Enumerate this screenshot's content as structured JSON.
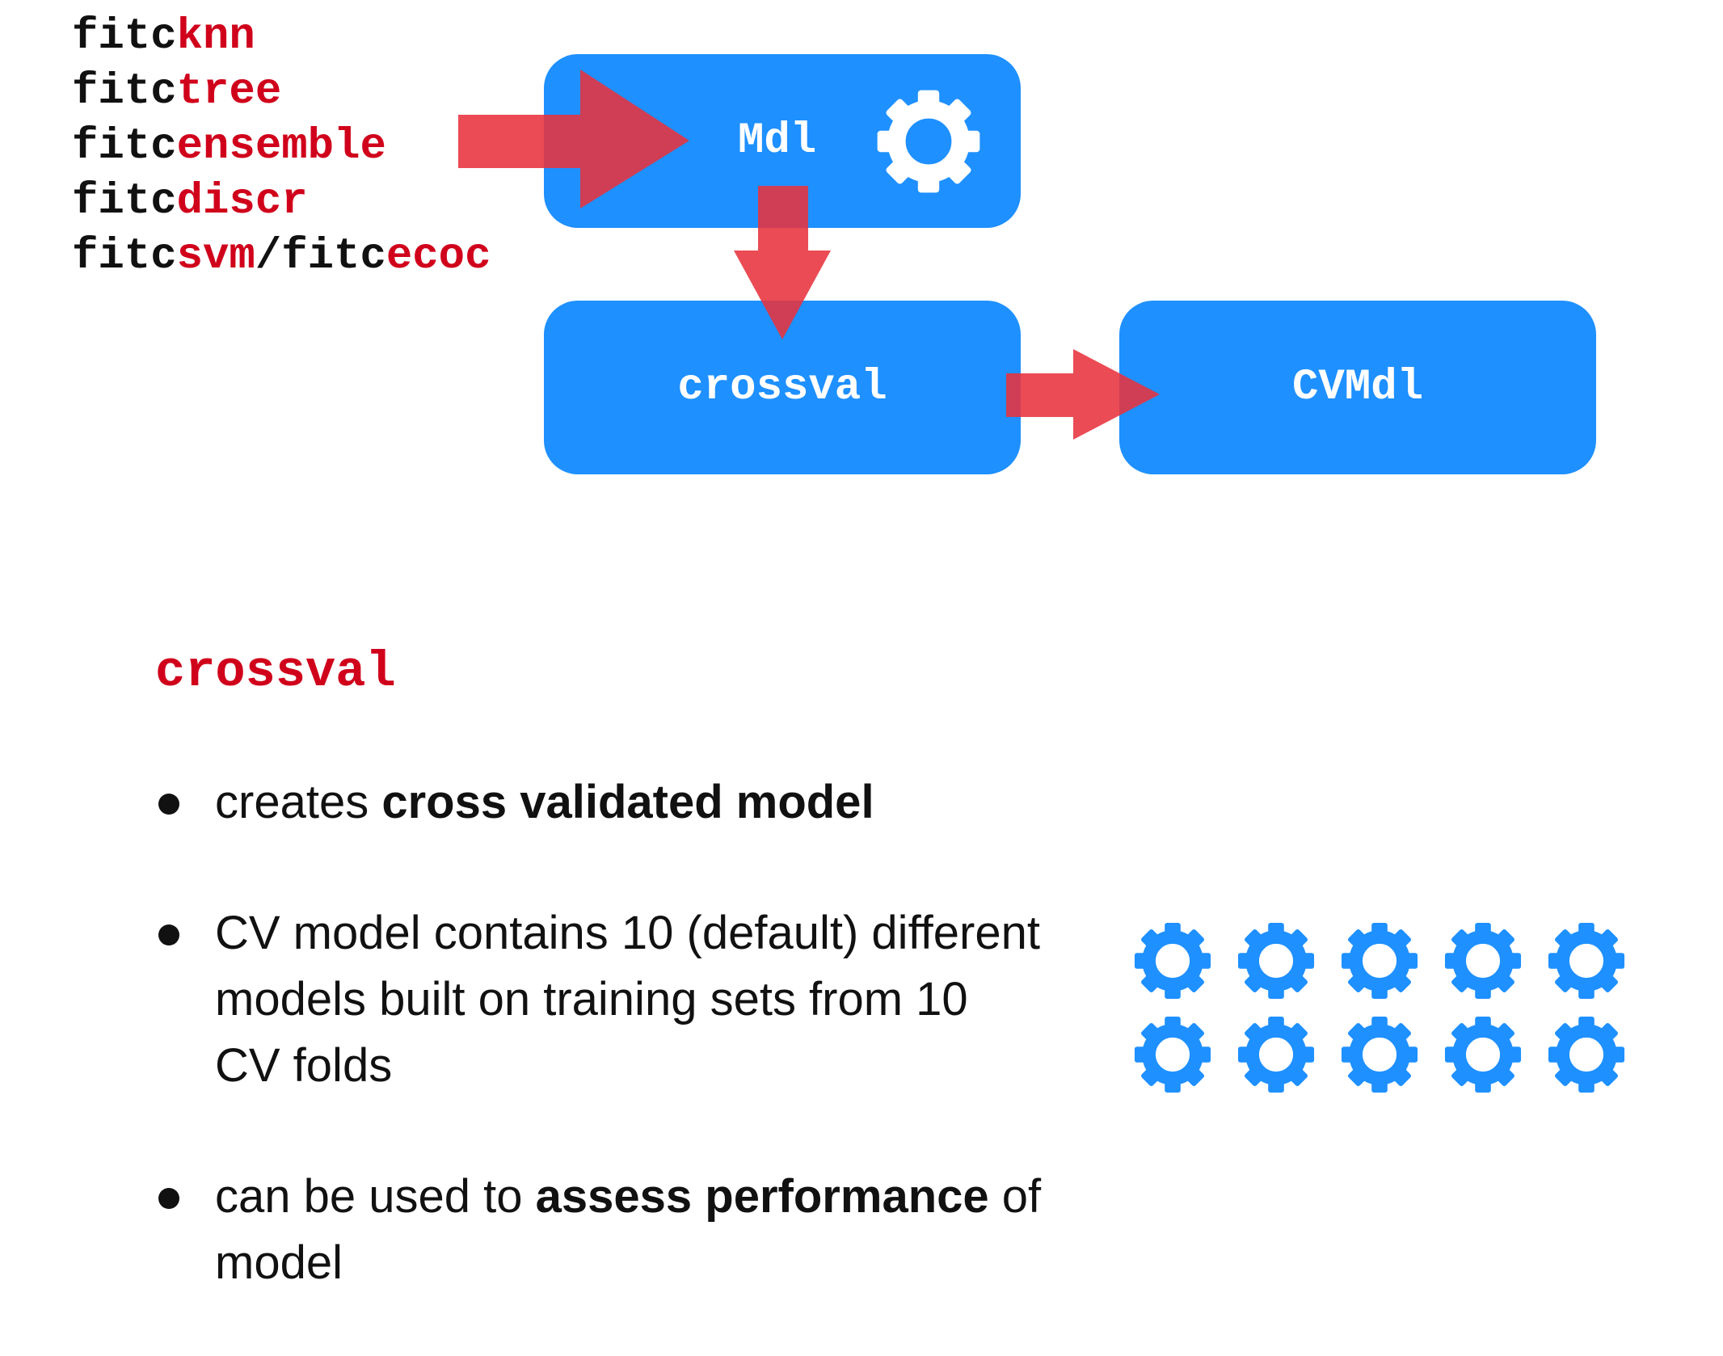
{
  "functions": [
    {
      "prefix": "fitc",
      "suffix": "knn"
    },
    {
      "prefix": "fitc",
      "suffix": "tree"
    },
    {
      "prefix": "fitc",
      "suffix": "ensemble"
    },
    {
      "prefix": "fitc",
      "suffix": "discr"
    },
    {
      "prefix": "fitc",
      "suffix": "svm",
      "sep": "/",
      "prefix2": "fitc",
      "suffix2": "ecoc"
    }
  ],
  "boxes": {
    "mdl": "Mdl",
    "crossval": "crossval",
    "cvmdl": "CVMdl"
  },
  "section_title": "crossval",
  "bullets": [
    {
      "parts": [
        {
          "text": "creates ",
          "bold": false
        },
        {
          "text": "cross validated model",
          "bold": true
        }
      ]
    },
    {
      "parts": [
        {
          "text": "CV model contains 10 (default) different models built on training sets from 10 CV folds",
          "bold": false
        }
      ]
    },
    {
      "parts": [
        {
          "text": "can be used to ",
          "bold": false
        },
        {
          "text": "assess performance",
          "bold": true
        },
        {
          "text": " of model",
          "bold": false
        }
      ]
    }
  ],
  "gear_icon_count": 10,
  "colors": {
    "box_blue": "#1e90ff",
    "arrow_red": "#e8323c",
    "highlight_red": "#d0021b",
    "gear_blue": "#1e90ff"
  },
  "icons": {
    "box_gear": "gear-icon",
    "grid_gear": "gear-icon"
  }
}
